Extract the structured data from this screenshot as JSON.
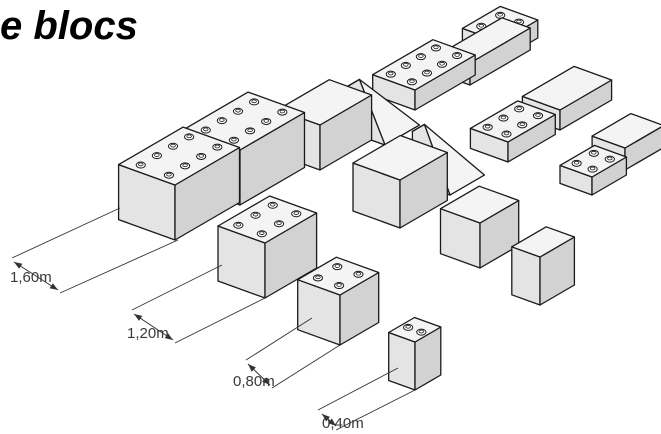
{
  "title": "e blocs",
  "dimensions": [
    "1,60m",
    "1,20m",
    "0,80m",
    "0,40m"
  ],
  "colors": {
    "top": "#f4f4f4",
    "left": "#e4e4e4",
    "right": "#d2d2d2",
    "outline": "#1a1a1a",
    "dimension_line": "#333333"
  }
}
